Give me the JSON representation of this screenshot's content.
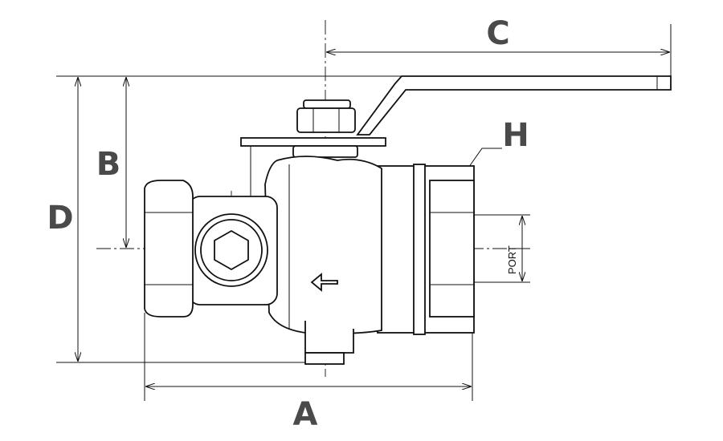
{
  "diagram": {
    "labels": {
      "a": "A",
      "b": "B",
      "c": "C",
      "d": "D",
      "h": "H",
      "port": "PORT"
    }
  }
}
